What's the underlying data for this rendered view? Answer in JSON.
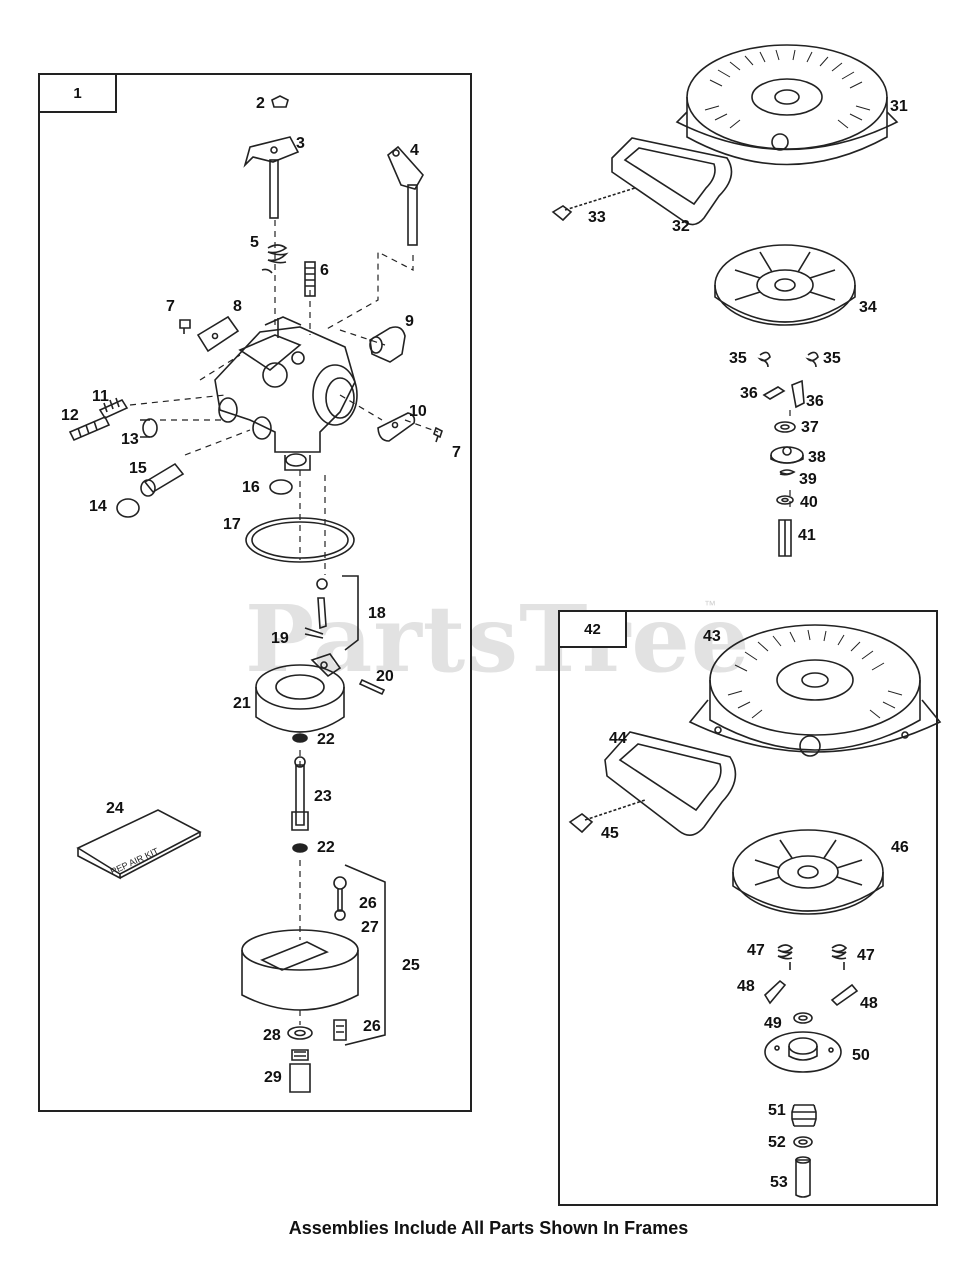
{
  "watermark": {
    "text": "PartsTree",
    "tm": "™"
  },
  "caption": "Assemblies Include All Parts Shown In Frames",
  "frames": {
    "carburetor_tag": "1",
    "starter_tag": "42"
  },
  "kit_label": "REP AIR KIT",
  "labels": {
    "p2": "2",
    "p3": "3",
    "p4": "4",
    "p5": "5",
    "p6": "6",
    "p7a": "7",
    "p8": "8",
    "p9": "9",
    "p10": "10",
    "p7b": "7",
    "p11": "11",
    "p12": "12",
    "p13": "13",
    "p14": "14",
    "p15": "15",
    "p16": "16",
    "p17": "17",
    "p18": "18",
    "p19": "19",
    "p20": "20",
    "p21": "21",
    "p22a": "22",
    "p23": "23",
    "p22b": "22",
    "p24": "24",
    "p25": "25",
    "p26a": "26",
    "p27": "27",
    "p26b": "26",
    "p28": "28",
    "p29": "29",
    "p31": "31",
    "p32": "32",
    "p33": "33",
    "p34": "34",
    "p35a": "35",
    "p35b": "35",
    "p36a": "36",
    "p36b": "36",
    "p37": "37",
    "p38": "38",
    "p39": "39",
    "p40": "40",
    "p41": "41",
    "p43": "43",
    "p44": "44",
    "p45": "45",
    "p46": "46",
    "p47a": "47",
    "p47b": "47",
    "p48a": "48",
    "p48b": "48",
    "p49": "49",
    "p50": "50",
    "p51": "51",
    "p52": "52",
    "p53": "53"
  }
}
